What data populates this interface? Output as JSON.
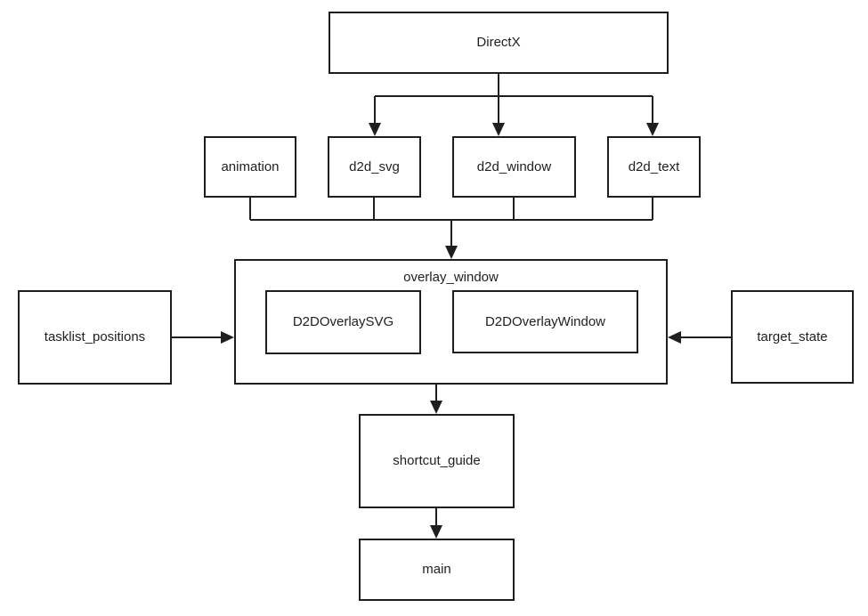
{
  "diagram": {
    "title": "shortcut guide module dependency diagram",
    "background_color": "#ffffff",
    "line_color": "#1f1f1f",
    "box_fill_color": "#ffffff",
    "nodes": {
      "directx": {
        "label": "DirectX"
      },
      "animation": {
        "label": "animation"
      },
      "d2d_svg": {
        "label": "d2d_svg"
      },
      "d2d_window": {
        "label": "d2d_window"
      },
      "d2d_text": {
        "label": "d2d_text"
      },
      "overlay_window": {
        "label": "overlay_window"
      },
      "d2d_overlay_svg": {
        "label": "D2DOverlaySVG"
      },
      "d2d_overlay_window": {
        "label": "D2DOverlayWindow"
      },
      "tasklist_positions": {
        "label": "tasklist_positions"
      },
      "target_state": {
        "label": "target_state"
      },
      "shortcut_guide": {
        "label": "shortcut_guide"
      },
      "main": {
        "label": "main"
      }
    },
    "edges": [
      {
        "from": "DirectX",
        "to": "d2d_svg",
        "arrow": true
      },
      {
        "from": "DirectX",
        "to": "d2d_window",
        "arrow": true
      },
      {
        "from": "DirectX",
        "to": "d2d_text",
        "arrow": true
      },
      {
        "from": "animation",
        "to": "overlay_window",
        "arrow": true
      },
      {
        "from": "d2d_svg",
        "to": "overlay_window",
        "arrow": true
      },
      {
        "from": "d2d_window",
        "to": "overlay_window",
        "arrow": true
      },
      {
        "from": "d2d_text",
        "to": "overlay_window",
        "arrow": true
      },
      {
        "from": "tasklist_positions",
        "to": "overlay_window",
        "arrow": true
      },
      {
        "from": "target_state",
        "to": "overlay_window",
        "arrow": true
      },
      {
        "from": "overlay_window",
        "to": "shortcut_guide",
        "arrow": true
      },
      {
        "from": "shortcut_guide",
        "to": "main",
        "arrow": true
      }
    ]
  }
}
